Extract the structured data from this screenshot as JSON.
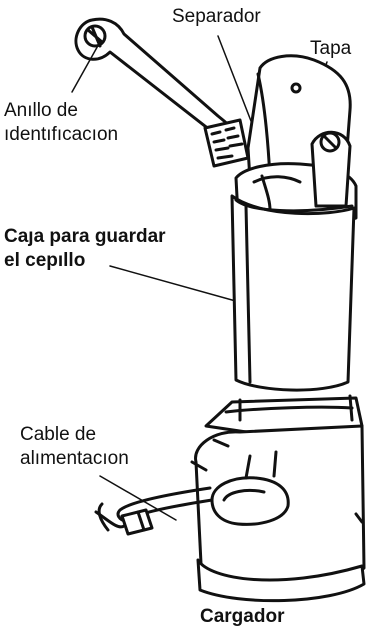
{
  "labels": {
    "separador": "Separador",
    "tapa": "Tapa",
    "anillo_line1": "Anıllo de",
    "anillo_line2": "ıdentıfıcacıon",
    "caja_line1": "Caȷa para guardar",
    "caja_line2": "el cepıllo",
    "cable_line1": "Cable de",
    "cable_line2": "alımentacıon",
    "cargador": "Cargador"
  },
  "colors": {
    "ink": "#111111",
    "paper": "#ffffff"
  }
}
